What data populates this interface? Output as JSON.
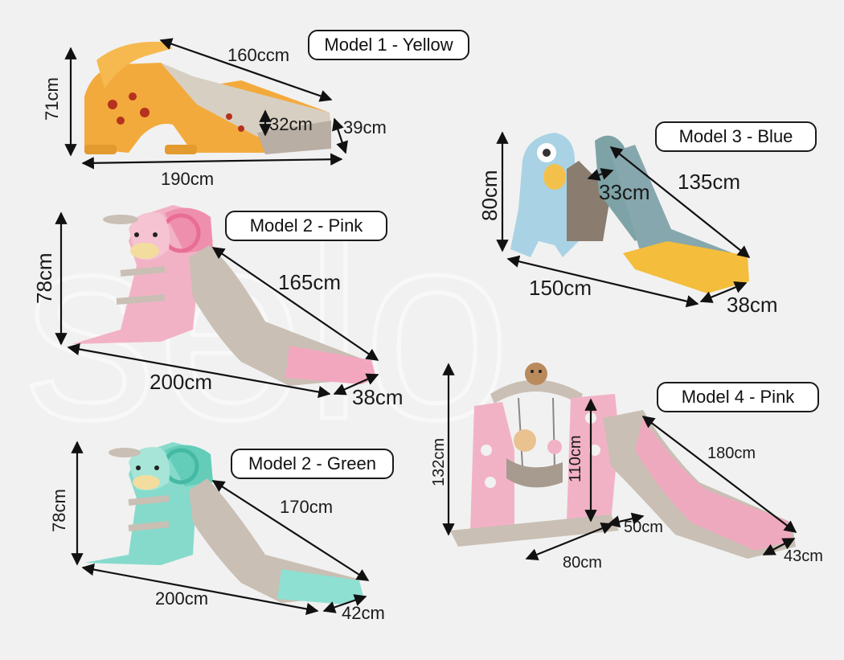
{
  "watermark": "selo",
  "colors": {
    "background": "#f1f1f1",
    "yellow": "#f2a93b",
    "pink": "#f2b6c8",
    "blue": "#a9d3e4",
    "green": "#7fd8c8",
    "beige": "#c9bfb4",
    "arrow": "#111111"
  },
  "products": [
    {
      "label": "Model 1 - Yellow",
      "color": "yellow",
      "dims": {
        "slide_length": "160ccm",
        "height": "71cm",
        "inner_width": "32cm",
        "outer_width": "39cm",
        "total_length": "190cm"
      }
    },
    {
      "label": "Model 2 - Pink",
      "color": "pink",
      "dims": {
        "slide_length": "165cm",
        "height": "78cm",
        "total_length": "200cm",
        "width": "38cm"
      }
    },
    {
      "label": "Model 2 - Green",
      "color": "green",
      "dims": {
        "slide_length": "170cm",
        "height": "78cm",
        "total_length": "200cm",
        "width": "42cm"
      }
    },
    {
      "label": "Model 3 - Blue",
      "color": "blue",
      "dims": {
        "slide_length": "135cm",
        "height": "80cm",
        "inner_width": "33cm",
        "total_length": "150cm",
        "width": "38cm"
      }
    },
    {
      "label": "Model 4 - Pink",
      "color": "pink",
      "dims": {
        "slide_length": "180cm",
        "height": "132cm",
        "swing_height": "110cm",
        "swing_width": "50cm",
        "frame_width": "80cm",
        "width": "43cm"
      }
    }
  ]
}
